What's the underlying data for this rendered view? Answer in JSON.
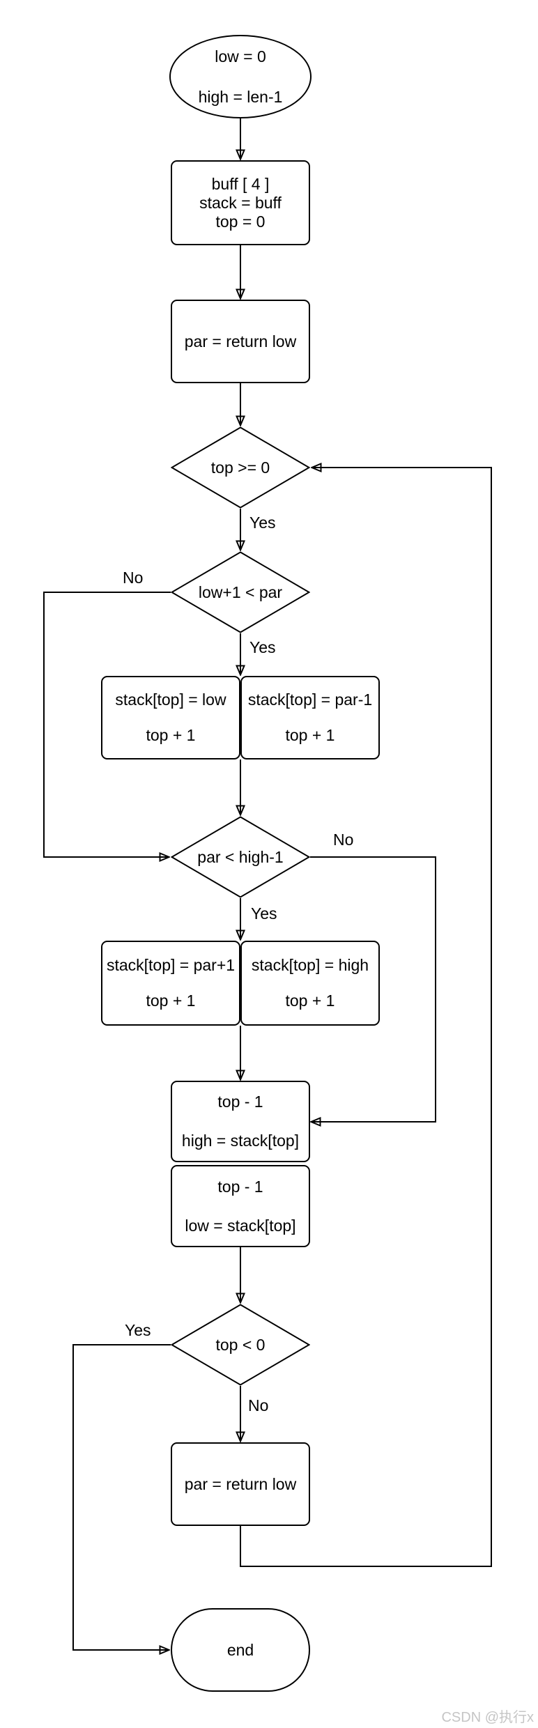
{
  "colors": {
    "background": "#ffffff",
    "stroke": "#000000",
    "text": "#000000",
    "watermark": "#c5c5c5"
  },
  "nodes": [
    {
      "id": "start",
      "type": "terminator",
      "lines": [
        "low = 0",
        "high = len-1"
      ]
    },
    {
      "id": "init-stack",
      "type": "process",
      "lines": [
        "buff [ 4 ]",
        "stack = buff",
        "top = 0"
      ]
    },
    {
      "id": "partition-first",
      "type": "process",
      "lines": [
        "par = return low"
      ]
    },
    {
      "id": "check-top",
      "type": "decision",
      "lines": [
        "top >= 0"
      ]
    },
    {
      "id": "check-left-part",
      "type": "decision",
      "lines": [
        "low+1 < par"
      ]
    },
    {
      "id": "push-low",
      "type": "process",
      "lines": [
        "stack[top] = low",
        "top + 1"
      ]
    },
    {
      "id": "push-par-minus-1",
      "type": "process",
      "lines": [
        "stack[top] = par-1",
        "top + 1"
      ]
    },
    {
      "id": "check-right-part",
      "type": "decision",
      "lines": [
        "par < high-1"
      ]
    },
    {
      "id": "push-par-plus-1",
      "type": "process",
      "lines": [
        "stack[top] = par+1",
        "top + 1"
      ]
    },
    {
      "id": "push-high",
      "type": "process",
      "lines": [
        "stack[top] = high",
        "top + 1"
      ]
    },
    {
      "id": "pop-high",
      "type": "process",
      "lines": [
        "top - 1",
        "high = stack[top]"
      ]
    },
    {
      "id": "pop-low",
      "type": "process",
      "lines": [
        "top - 1",
        "low = stack[top]"
      ]
    },
    {
      "id": "check-empty",
      "type": "decision",
      "lines": [
        "top < 0"
      ]
    },
    {
      "id": "partition-loop",
      "type": "process",
      "lines": [
        "par = return low"
      ]
    },
    {
      "id": "end",
      "type": "terminator",
      "lines": [
        "end"
      ]
    }
  ],
  "edge_labels": [
    {
      "id": "check-top-yes",
      "text": "Yes"
    },
    {
      "id": "check-left-no",
      "text": "No"
    },
    {
      "id": "check-left-yes",
      "text": "Yes"
    },
    {
      "id": "check-right-no",
      "text": "No"
    },
    {
      "id": "check-right-yes",
      "text": "Yes"
    },
    {
      "id": "check-empty-yes",
      "text": "Yes"
    },
    {
      "id": "check-empty-no",
      "text": "No"
    }
  ],
  "watermark": {
    "text": "CSDN @执行x"
  }
}
